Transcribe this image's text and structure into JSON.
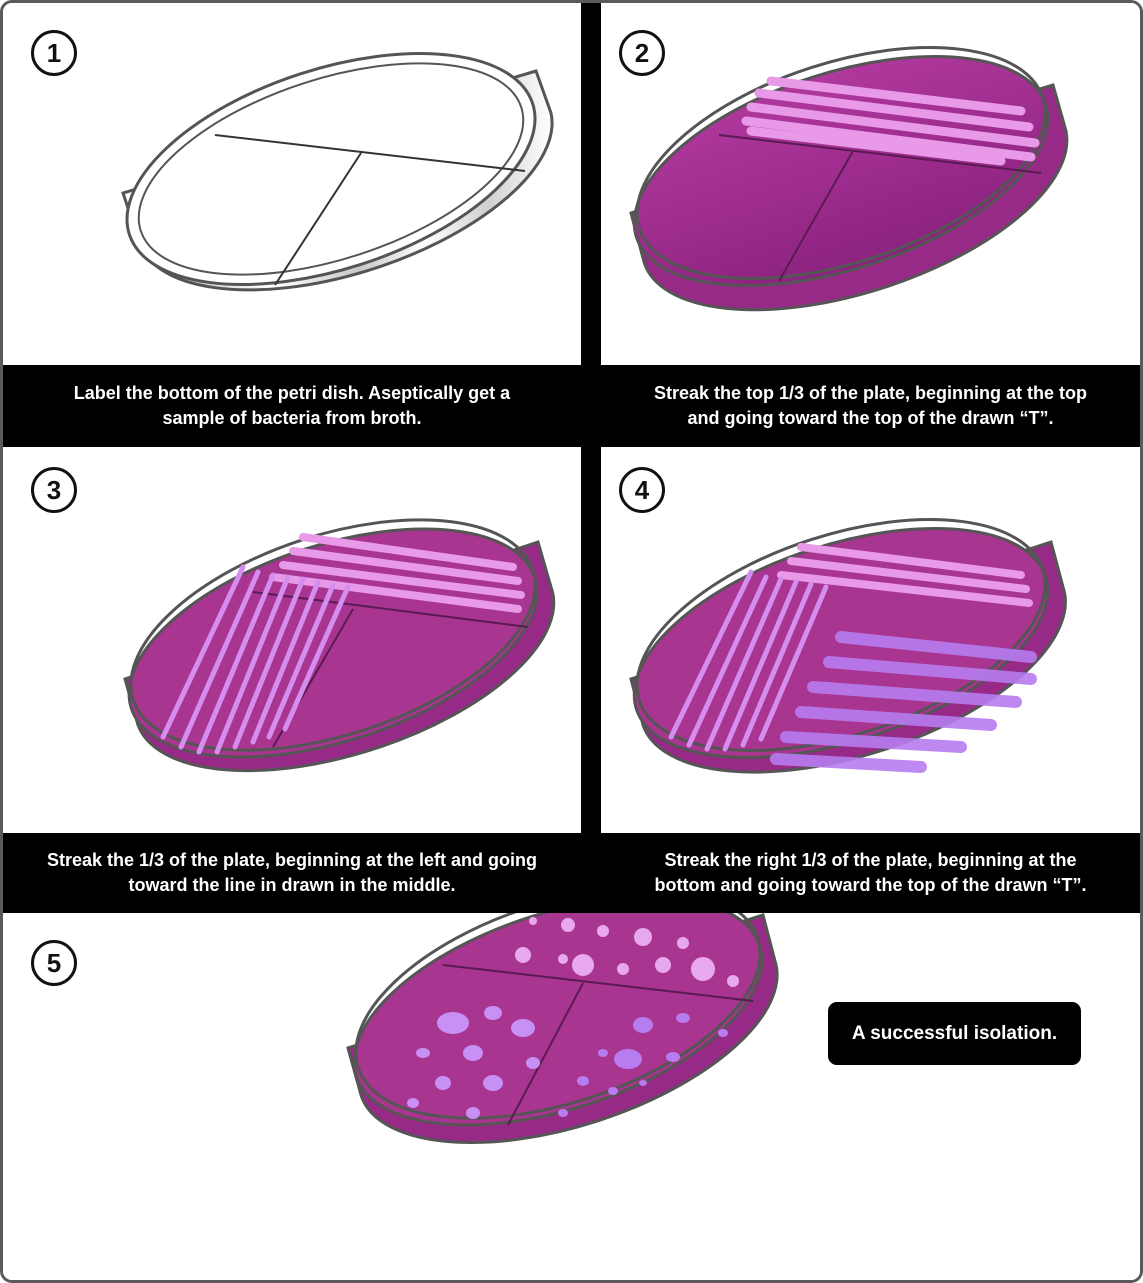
{
  "steps": [
    {
      "number": "1",
      "caption": "Label the bottom of the petri dish. Aseptically get a\nsample of bacteria from broth."
    },
    {
      "number": "2",
      "caption": "Streak the top 1/3 of the plate, beginning at the top\nand going toward the top of the drawn “T”."
    },
    {
      "number": "3",
      "caption": "Streak the 1/3 of the plate, beginning at the left and going\ntoward the line in drawn in the middle."
    },
    {
      "number": "4",
      "caption": "Streak the right 1/3 of the plate, beginning at the\nbottom and going toward the top of the drawn “T”."
    },
    {
      "number": "5",
      "caption": "A successful isolation."
    }
  ],
  "colors": {
    "agar": "#a02b8e",
    "agar_dark": "#7a1a6c",
    "streak_light": "#e89ae8",
    "streak_violet": "#b77cf0",
    "colony": "#c890f5",
    "rim": "#555555"
  }
}
